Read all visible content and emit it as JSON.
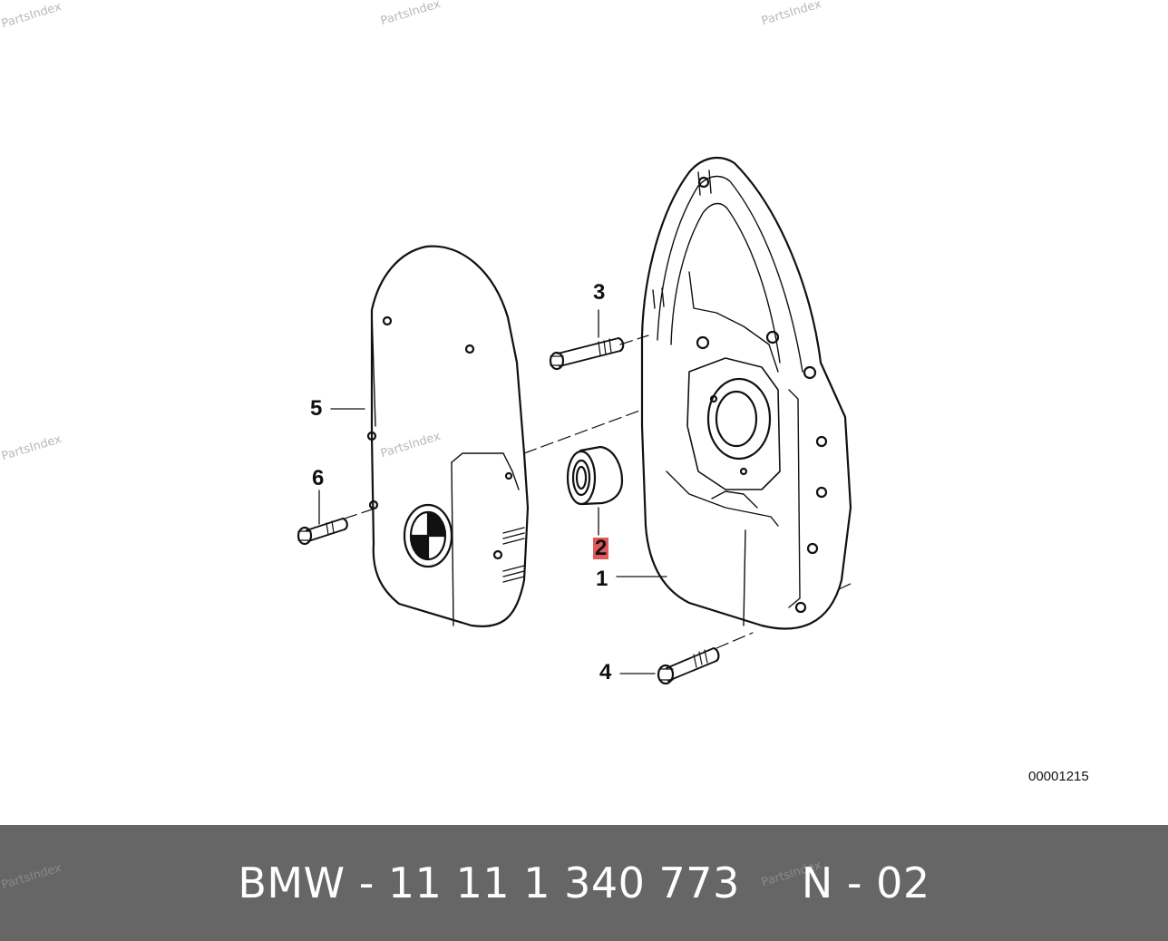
{
  "watermark": "PartsIndex",
  "callouts": {
    "c1": "1",
    "c2": "2",
    "c3": "3",
    "c4": "4",
    "c5": "5",
    "c6": "6"
  },
  "reference_number": "00001215",
  "caption": {
    "part": "BMW - 11 11 1 340 773",
    "position": "N - 02"
  },
  "colors": {
    "caption_bar": "#666666",
    "highlight": "#e05a5a"
  }
}
